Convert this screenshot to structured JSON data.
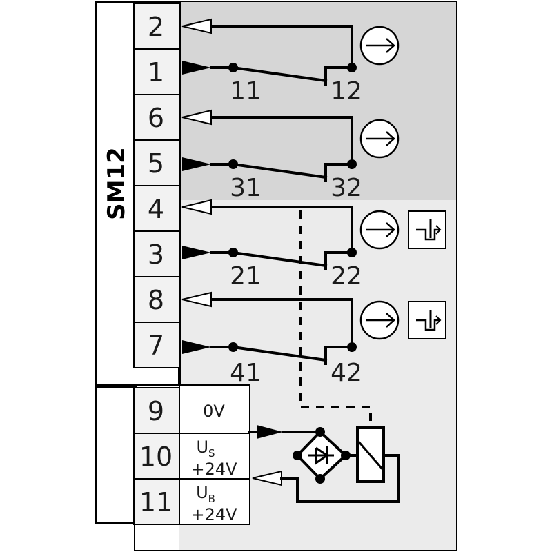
{
  "connector": {
    "name": "SM12"
  },
  "terminals": [
    {
      "pin": "2"
    },
    {
      "pin": "1"
    },
    {
      "pin": "6"
    },
    {
      "pin": "5"
    },
    {
      "pin": "4"
    },
    {
      "pin": "3"
    },
    {
      "pin": "8"
    },
    {
      "pin": "7"
    }
  ],
  "power_terminals": [
    {
      "pin": "9",
      "label": "0V",
      "sub_main": "",
      "sub_index": "",
      "voltage": ""
    },
    {
      "pin": "10",
      "label": "",
      "sub_main": "U",
      "sub_index": "S",
      "voltage": "+24V"
    },
    {
      "pin": "11",
      "label": "",
      "sub_main": "U",
      "sub_index": "B",
      "voltage": "+24V"
    }
  ],
  "contacts": [
    {
      "common": "11",
      "nc": "12",
      "locking_icon": false
    },
    {
      "common": "31",
      "nc": "32",
      "locking_icon": false
    },
    {
      "common": "21",
      "nc": "22",
      "locking_icon": true
    },
    {
      "common": "41",
      "nc": "42",
      "locking_icon": true
    }
  ],
  "colors": {
    "dark_zone": "#d6d6d6",
    "light_zone": "#ebebeb",
    "terminal_fill": "#f2f2f2",
    "line": "#000000"
  }
}
